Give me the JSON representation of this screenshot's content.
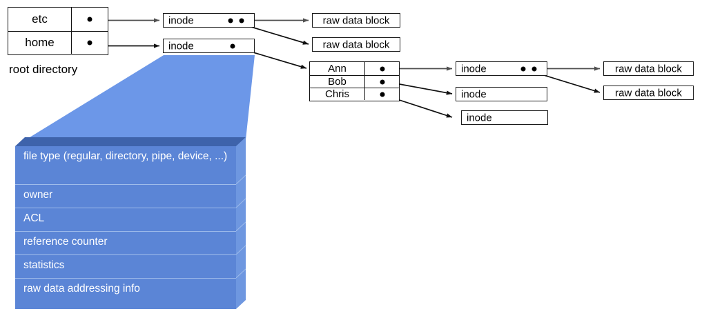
{
  "diagram": {
    "title": "unix-inode-filesystem-diagram",
    "colors": {
      "stack_front": "#5b85d6",
      "stack_top": "#3e63ab",
      "stack_side": "#6e97e0",
      "funnel": "#6c97e8",
      "stroke": "#1a1a1a",
      "arrow_gray": "#555555",
      "text_on_blue": "#ffffff"
    },
    "root_directory": {
      "caption": "root directory",
      "entries": [
        {
          "name": "etc",
          "pointer": "•"
        },
        {
          "name": "home",
          "pointer": "•"
        }
      ]
    },
    "level1_inodes": [
      {
        "label": "inode",
        "pointer_count": 2
      },
      {
        "label": "inode",
        "pointer_count": 1
      }
    ],
    "level1_data_blocks": [
      {
        "label": "raw data block"
      },
      {
        "label": "raw data block"
      }
    ],
    "home_directory": {
      "entries": [
        {
          "name": "Ann",
          "pointer": "•"
        },
        {
          "name": "Bob",
          "pointer": "•"
        },
        {
          "name": "Chris",
          "pointer": "•"
        }
      ]
    },
    "level2_inodes": [
      {
        "label": "inode",
        "pointer_count": 2
      },
      {
        "label": "inode",
        "pointer_count": 0
      },
      {
        "label": "inode",
        "pointer_count": 0
      }
    ],
    "level2_data_blocks": [
      {
        "label": "raw data block"
      },
      {
        "label": "raw data block"
      }
    ],
    "inode_detail_stack": {
      "rows": [
        {
          "text": "file type (regular, directory, pipe, device, ...)"
        },
        {
          "text": "owner"
        },
        {
          "text": "ACL"
        },
        {
          "text": "reference counter"
        },
        {
          "text": "statistics"
        },
        {
          "text": "raw data addressing info"
        }
      ]
    }
  }
}
